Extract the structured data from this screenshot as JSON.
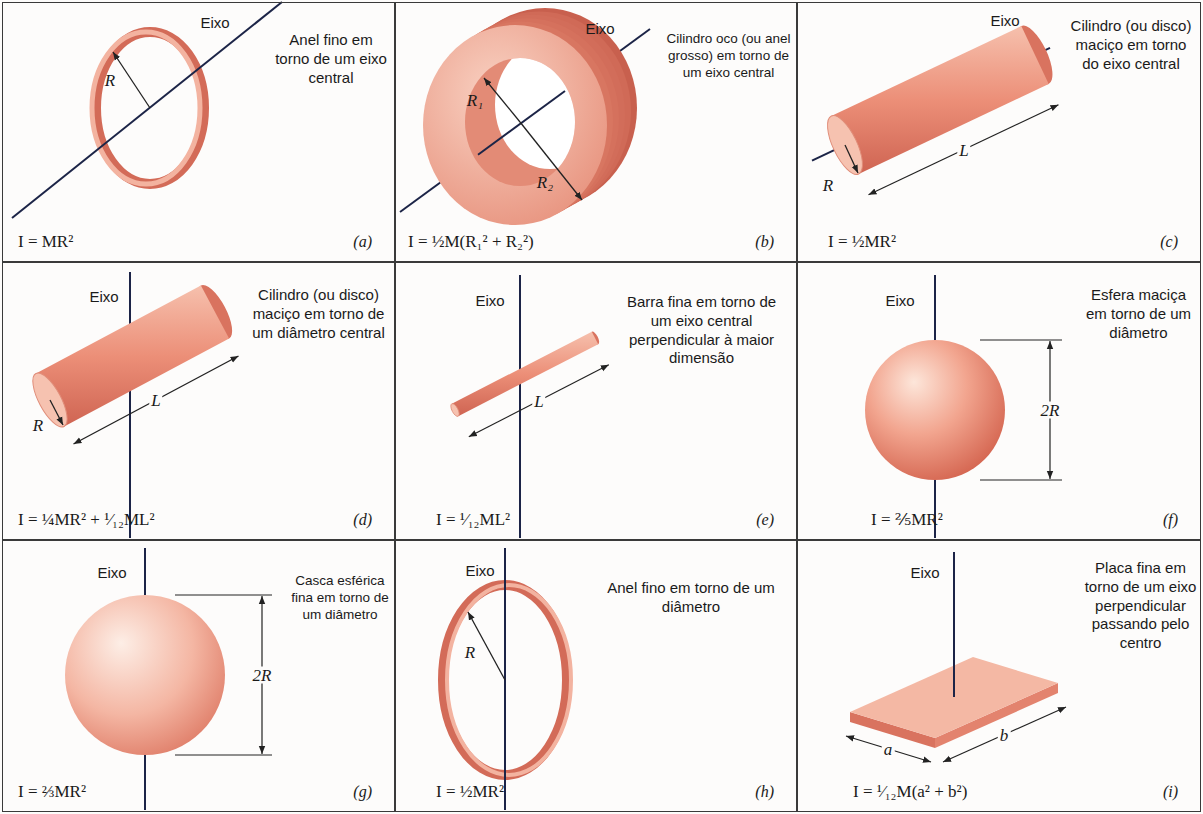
{
  "diagram": {
    "nodes": [
      {
        "text": [
          "Anel fino em torno de um eixo central",
          "I = MR²",
          "(a)"
        ]
      },
      {
        "text": [
          "Cilindro oco (ou anel grosso) em torno de um eixo central",
          "I = ½M(R₁² + R₂²)",
          "(b)"
        ]
      },
      {
        "text": [
          "Cilindro (ou disco) maciço em torno do eixo central",
          "I = ½MR²",
          "(c)"
        ]
      },
      {
        "text": [
          "Cilindro (ou disco) maciço em torno de um diâmetro central",
          "I = ¼MR² + ¹⁄₁₂ML²",
          "(d)"
        ]
      },
      {
        "text": [
          "Barra fina em torno de um eixo central perpendicular à maior dimensão",
          "I = ¹⁄₁₂ML²",
          "(e)"
        ]
      },
      {
        "text": [
          "Esfera maciça em torno de um diâmetro",
          "I = ⅖MR²",
          "(f)"
        ]
      },
      {
        "text": [
          "Casca esférica fina em torno de um diâmetro",
          "I = ⅔MR²",
          "(g)"
        ]
      },
      {
        "text": [
          "Anel fino em torno de um diâmetro",
          "I = ½MR²",
          "(h)"
        ]
      },
      {
        "text": [
          "Placa fina em torno de um eixo perpendicular passando pelo centro",
          "I = ¹⁄₁₂M(a² + b²)",
          "(i)"
        ]
      }
    ],
    "labels": [
      "Eixo",
      "R",
      "Eixo",
      "R₁",
      "R₂",
      "Eixo",
      "L",
      "R",
      "Eixo",
      "R",
      "L",
      "Eixo",
      "L",
      "Eixo",
      "2R",
      "Eixo",
      "2R",
      "Eixo",
      "R",
      "Eixo",
      "a",
      "b"
    ]
  }
}
